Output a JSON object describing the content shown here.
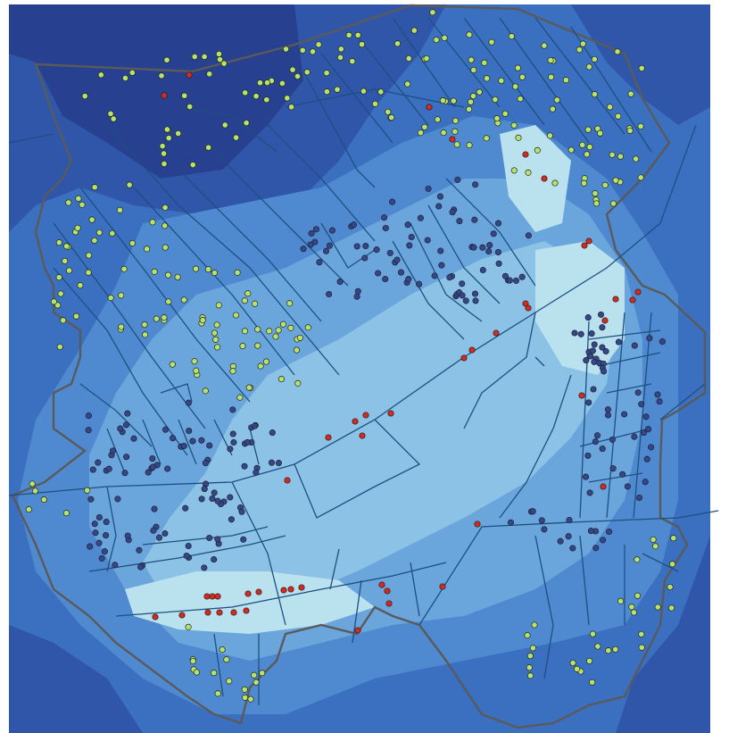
{
  "map": {
    "background_color": "#ffffff",
    "surface_colors": [
      "#27408f",
      "#2f56a8",
      "#3b6fbf",
      "#4f8ad0",
      "#6aa5dc",
      "#8cc2e6",
      "#b9e2ee"
    ],
    "boundary_color": "#5a5a5a",
    "road_color": "#1e4f80",
    "point_categories": [
      {
        "key": "green",
        "fill": "#b7e36a"
      },
      {
        "key": "navy",
        "fill": "#33468f"
      },
      {
        "key": "red",
        "fill": "#d8281f"
      }
    ],
    "point_counts": {
      "green": 290,
      "navy": 230,
      "red": 45
    }
  }
}
